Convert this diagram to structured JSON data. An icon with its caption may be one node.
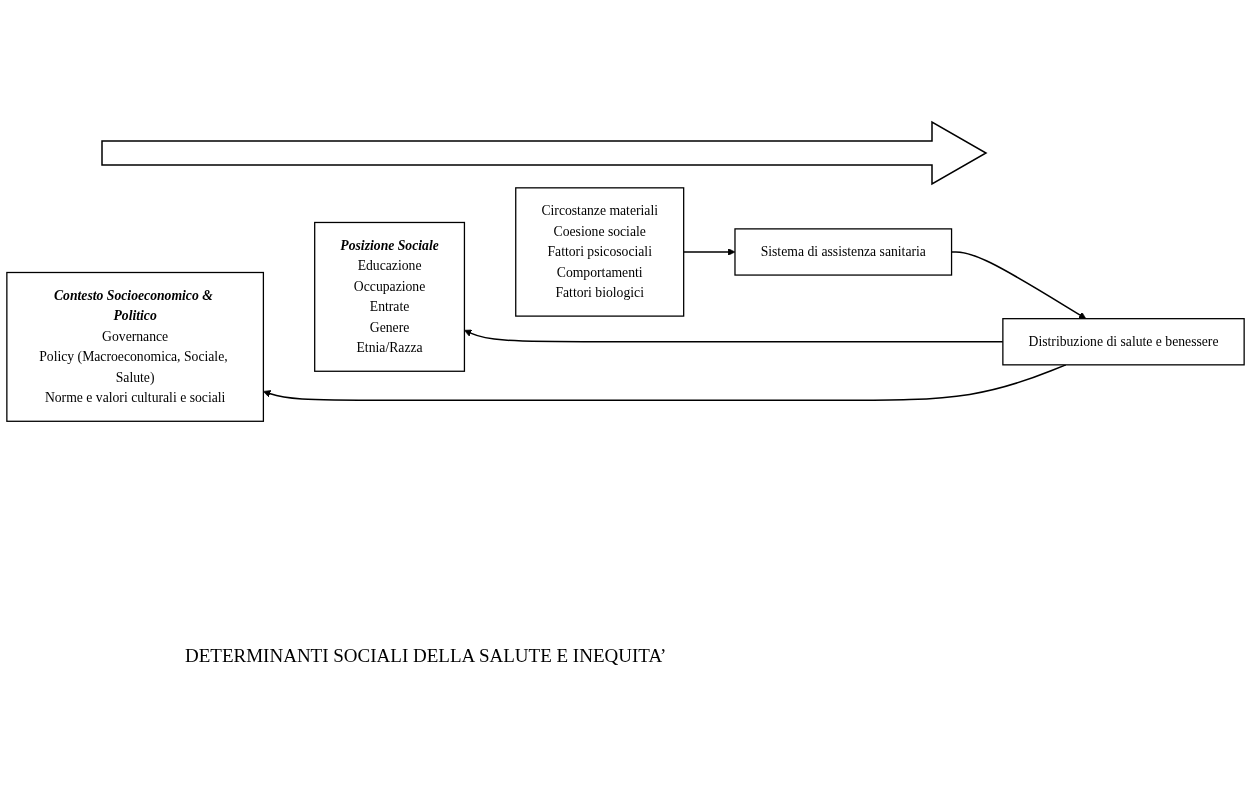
{
  "diagram": {
    "nodes": [
      {
        "text": [
          "Contesto Socioeconomico & Politico",
          "Governance",
          "Policy (Macroeconomica, Sociale, Salute)",
          "Norme e valori culturali e sociali"
        ]
      },
      {
        "text": [
          "Posizione Sociale",
          "Educazione",
          "Occupazione",
          "Entrate",
          "Genere",
          "Etnia/Razza"
        ]
      },
      {
        "text": [
          "Circostanze materiali",
          "Coesione sociale",
          "Fattori psicosociali",
          "Comportamenti",
          "Fattori biologici"
        ]
      },
      {
        "text": [
          "Sistema di assistenza sanitaria"
        ]
      },
      {
        "text": [
          "Distribuzione di salute e benessere"
        ]
      }
    ],
    "edges": [
      {
        "from": 4,
        "to": 0,
        "arrow": "to"
      },
      {
        "from": 4,
        "to": 1,
        "arrow": "to"
      },
      {
        "from": 2,
        "to": 3,
        "arrow": "to"
      },
      {
        "from": 3,
        "to": 4,
        "arrow": "to"
      }
    ],
    "labels": [
      "DETERMINANTI SOCIALI DELLA SALUTE E INEQUITA’"
    ]
  }
}
